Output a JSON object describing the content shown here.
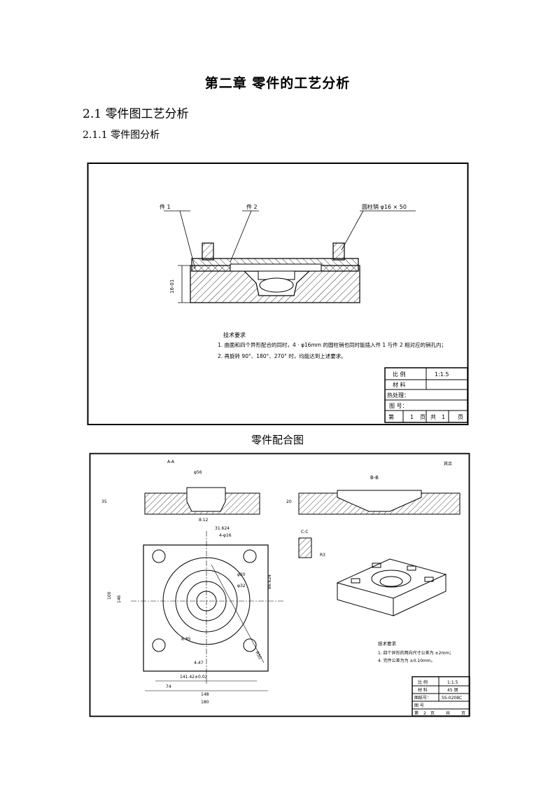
{
  "chapter_title": "第二章 零件的工艺分析",
  "section_title": "2.1 零件图工艺分析",
  "subsection_title": "2.1.1 零件图分析",
  "figure1": {
    "labels": {
      "part1": "件 1",
      "part2": "件 2",
      "pin": "圆柱销 φ16 × 50",
      "dim_height": "16-01"
    },
    "tech_req": {
      "title": "技术要求",
      "line1": "1. 曲面和四个异形配合的同时，4 · φ16mm 的圆柱销也同时能插入件 1 与件 2 相对应的销孔内；",
      "line2": "2. 再旋转 90°、180°、270° 时，均能达到上述要求。"
    },
    "title_block": {
      "scale_label": "比  例",
      "scale_value": "1:1.5",
      "material_label": "材  料",
      "heat_label": "热处理：",
      "drawing_no_label": "图  号：",
      "page_label": "第",
      "page_value": "1",
      "page_unit": "页",
      "total_label": "共",
      "total_value": "1",
      "total_unit": "页"
    }
  },
  "figure1_caption": "零件配合图",
  "figure2": {
    "section_label": "B-B",
    "roughness_label": "其余",
    "tech_req": {
      "title": "技术要求",
      "line1": "1. 四个异形的两向尺寸公差为 ±2mm；",
      "line2": "4. 完件公差为为 ±0.10mm。"
    },
    "title_block": {
      "scale_label": "比  例",
      "scale_value": "1:1.5",
      "material_label": "材  料",
      "material_value": "45 钢",
      "drawing_no_label": "图纸号：",
      "drawing_no_value": "SS-0208C",
      "name_label": "图 号",
      "page_label": "第",
      "page_value": "2",
      "page_unit": "页",
      "total_label": "共",
      "total_unit": "页"
    },
    "dims": {
      "d1": "180",
      "d2": "148",
      "d3": "74",
      "d4": "141.42±0.02",
      "d5": "4-47",
      "d6": "8-85",
      "d7": "31.624",
      "d8": "4-φ16",
      "d9": "86.624",
      "d10": "φ20",
      "d11": "φ32",
      "d12": "35",
      "d13": "20",
      "d14": "8.12",
      "d15": "C-C",
      "d16": "R3",
      "d17": "100",
      "d18": "146",
      "d19": "A-A",
      "d20": "φ56",
      "d21": "R50"
    }
  }
}
